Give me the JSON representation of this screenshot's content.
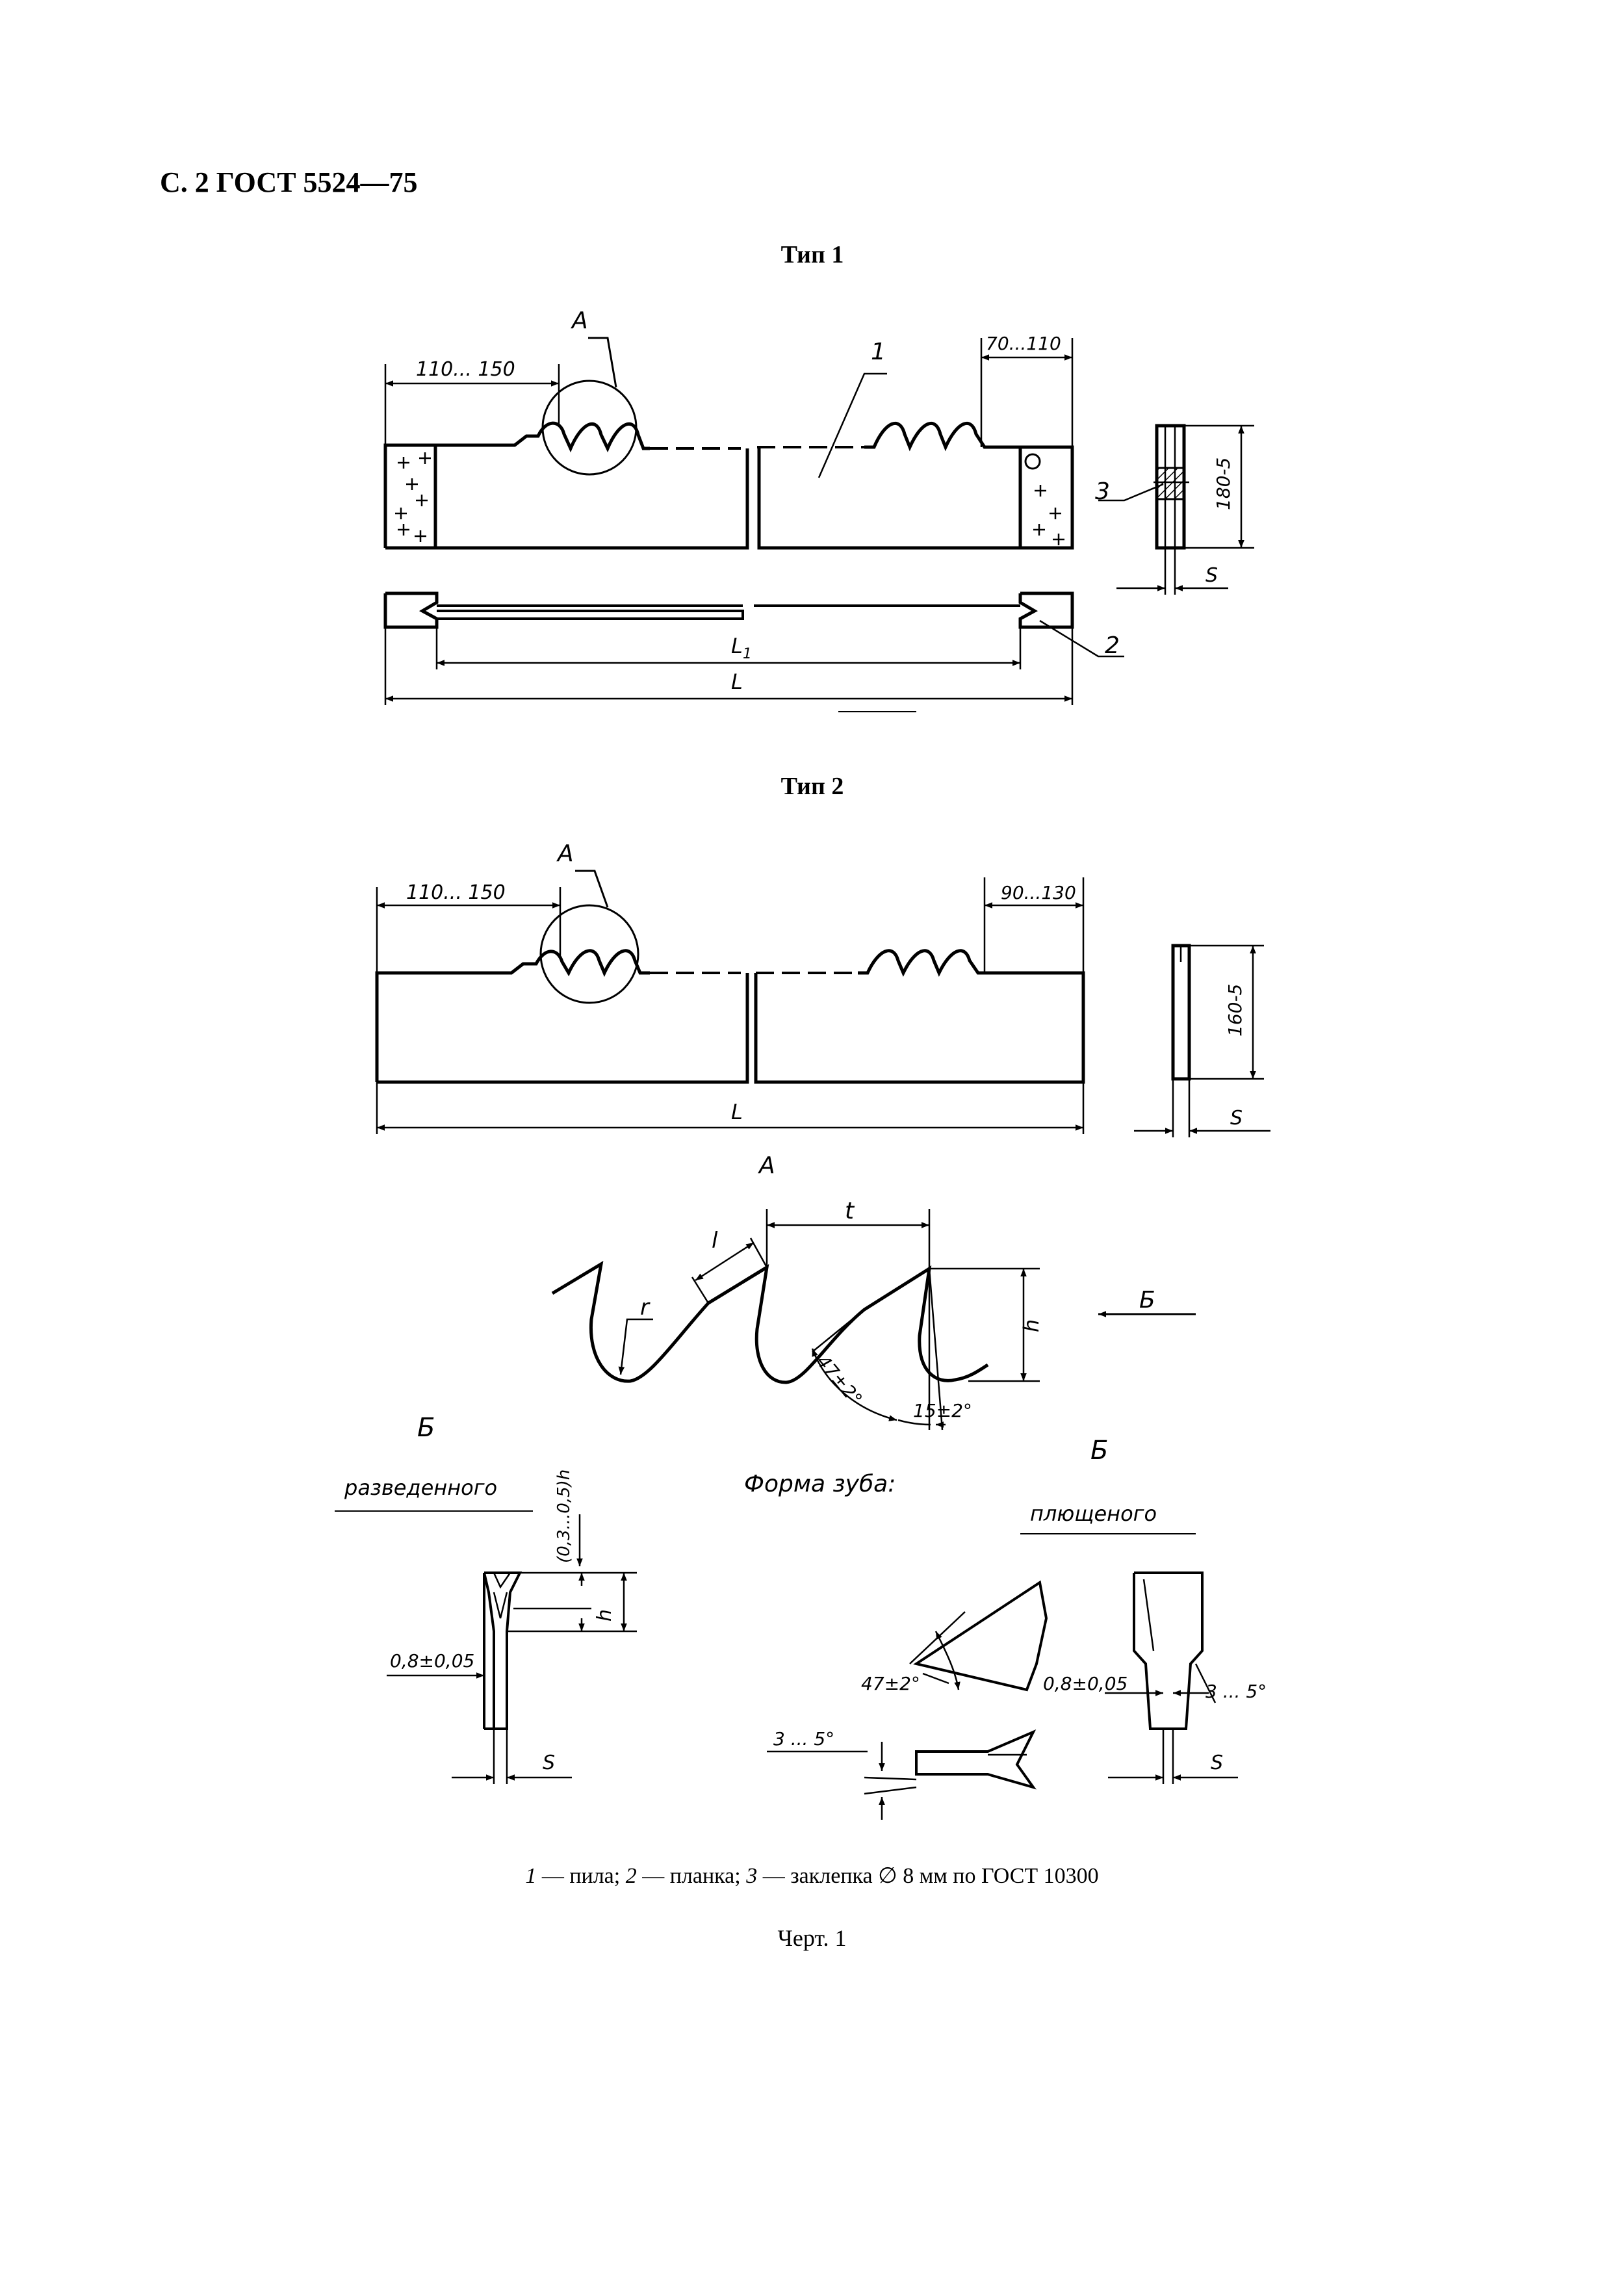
{
  "page_header": "С. 2 ГОСТ 5524—75",
  "type1": {
    "title": "Тип 1",
    "dim_left": "110... 150",
    "dim_right": "70...110",
    "dim_height": "180-5",
    "dim_thickness": "S",
    "dim_L1": "L",
    "dim_L1_sub": "1",
    "dim_L": "L",
    "view_label": "А",
    "pos_saw": "1",
    "pos_plate": "2",
    "pos_rivet": "3"
  },
  "type2": {
    "title": "Тип 2",
    "dim_left": "110... 150",
    "dim_right": "90...130",
    "dim_height": "160-5",
    "dim_thickness": "S",
    "dim_L": "L",
    "view_label": "А"
  },
  "detail_A": {
    "label": "А",
    "dim_l": "l",
    "dim_t": "t",
    "dim_r": "r",
    "dim_h": "h",
    "angle_47": "47±2°",
    "angle_15": "15±2°",
    "view_b": "Б"
  },
  "set_tooth": {
    "view_label": "Б",
    "title": "разведенного",
    "dim_depth": "(0,3...0,5)h",
    "dim_h": "h",
    "dim_tol": "0,8±0,05",
    "dim_s": "S"
  },
  "tooth_shape": {
    "title": "Форма зуба:",
    "angle_47": "47±2°",
    "angle_3_5": "3 ... 5°"
  },
  "swaged_tooth": {
    "view_label": "Б",
    "title": "плющеного",
    "dim_tol": "0,8±0,05",
    "angle": "3 ... 5°",
    "dim_s": "S"
  },
  "legend": {
    "n1": "1",
    "t1": " — пила; ",
    "n2": "2",
    "t2": " — планка; ",
    "n3": "3",
    "t3": " — заклепка ∅ 8 мм по ГОСТ 10300"
  },
  "figure_label": "Черт. 1"
}
